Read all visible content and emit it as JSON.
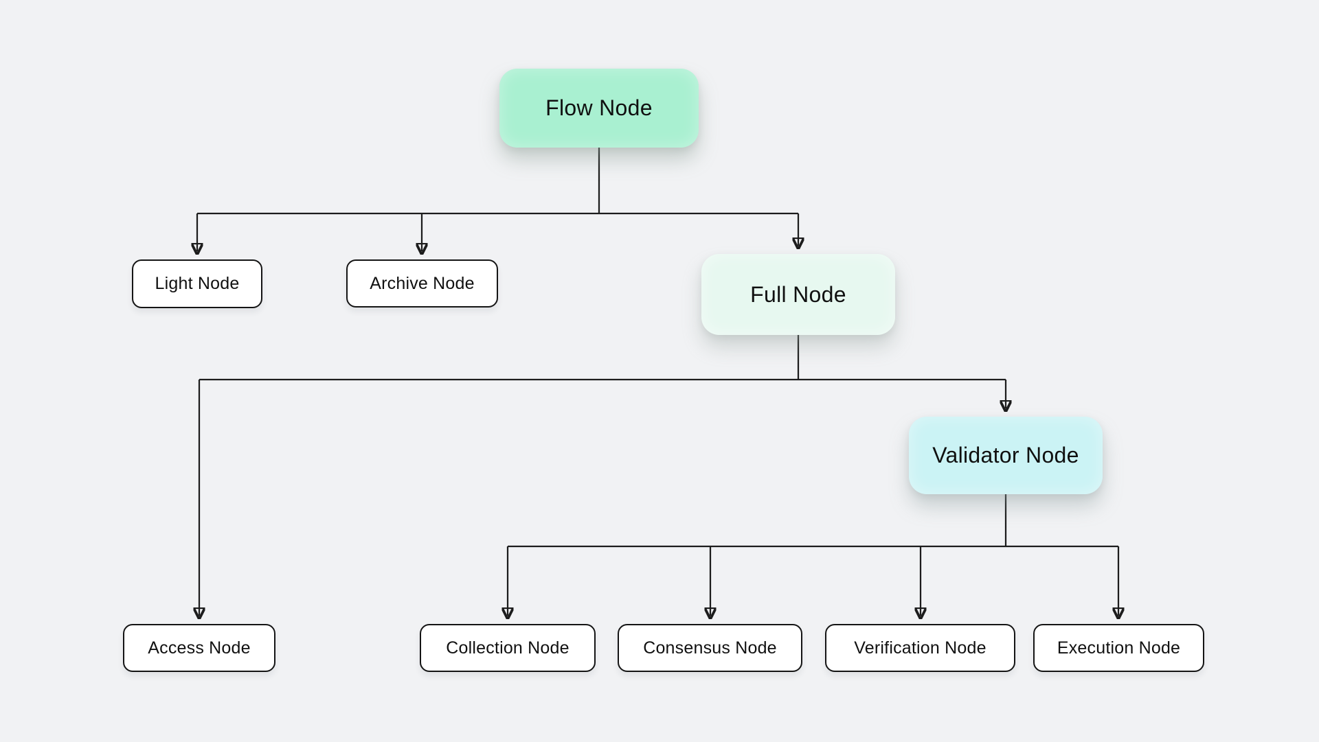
{
  "diagram": {
    "nodes": {
      "flow": {
        "label": "Flow Node",
        "fill": "#a9f0d1"
      },
      "light": {
        "label": "Light Node",
        "fill": "#ffffff"
      },
      "archive": {
        "label": "Archive Node",
        "fill": "#ffffff"
      },
      "full": {
        "label": "Full Node",
        "fill": "#e7f8f0"
      },
      "access": {
        "label": "Access Node",
        "fill": "#ffffff"
      },
      "validator": {
        "label": "Validator Node",
        "fill": "#cbf3f5"
      },
      "collection": {
        "label": "Collection Node",
        "fill": "#ffffff"
      },
      "consensus": {
        "label": "Consensus Node",
        "fill": "#ffffff"
      },
      "verification": {
        "label": "Verification Node",
        "fill": "#ffffff"
      },
      "execution": {
        "label": "Execution Node",
        "fill": "#ffffff"
      }
    },
    "edges": [
      {
        "from": "flow",
        "to": "light"
      },
      {
        "from": "flow",
        "to": "archive"
      },
      {
        "from": "flow",
        "to": "full"
      },
      {
        "from": "full",
        "to": "access"
      },
      {
        "from": "full",
        "to": "validator"
      },
      {
        "from": "validator",
        "to": "collection"
      },
      {
        "from": "validator",
        "to": "consensus"
      },
      {
        "from": "validator",
        "to": "verification"
      },
      {
        "from": "validator",
        "to": "execution"
      }
    ],
    "colors": {
      "background": "#f1f2f4",
      "connector": "#1c1c1c",
      "text": "#101010"
    }
  }
}
